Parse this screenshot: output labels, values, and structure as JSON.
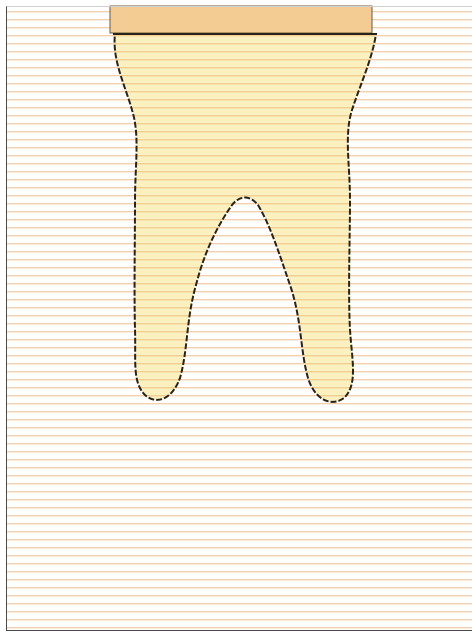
{
  "diagram": {
    "subject": "tooth",
    "colors": {
      "background": "#ffffff",
      "stripe": "#f2cfad",
      "tooth_fill": "#fbf0bf",
      "tooth_stripe": "#f1cf92",
      "crown_cap": "#f2cc93",
      "crown_cap_border": "#6a5a3f",
      "outline": "#2a2418",
      "frame": "#4a4a4a"
    },
    "style": {
      "background_pattern": "horizontal-stripes",
      "outline_style": "dashed"
    }
  }
}
